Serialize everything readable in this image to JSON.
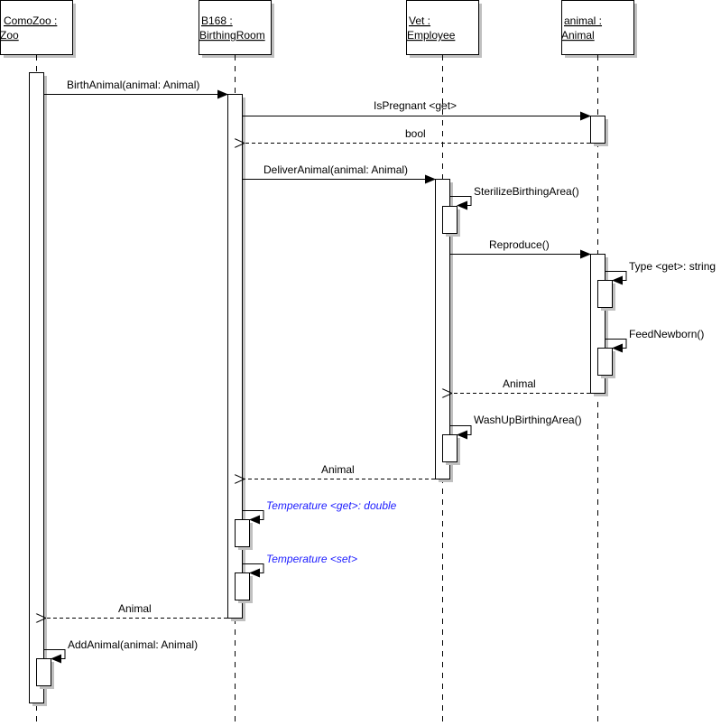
{
  "diagram": {
    "type": "uml-sequence",
    "lifelines": [
      {
        "id": "zoo",
        "line1": "ComoZoo :",
        "line2": "Zoo"
      },
      {
        "id": "room",
        "line1": "B168 :",
        "line2": "BirthingRoom"
      },
      {
        "id": "vet",
        "line1": "Vet :",
        "line2": "Employee"
      },
      {
        "id": "animal",
        "line1": "animal :",
        "line2": "Animal"
      }
    ],
    "messages": [
      {
        "from": "zoo",
        "to": "room",
        "kind": "call",
        "label": "BirthAnimal(animal: Animal)"
      },
      {
        "from": "room",
        "to": "animal",
        "kind": "call",
        "label": "IsPregnant <get>"
      },
      {
        "from": "animal",
        "to": "room",
        "kind": "return",
        "label": "bool"
      },
      {
        "from": "room",
        "to": "vet",
        "kind": "call",
        "label": "DeliverAnimal(animal: Animal)"
      },
      {
        "from": "vet",
        "to": "vet",
        "kind": "self",
        "label": "SterilizeBirthingArea()"
      },
      {
        "from": "vet",
        "to": "animal",
        "kind": "call",
        "label": "Reproduce()"
      },
      {
        "from": "animal",
        "to": "animal",
        "kind": "self",
        "label": "Type <get>: string"
      },
      {
        "from": "animal",
        "to": "animal",
        "kind": "self",
        "label": "FeedNewborn()"
      },
      {
        "from": "animal",
        "to": "vet",
        "kind": "return",
        "label": "Animal"
      },
      {
        "from": "vet",
        "to": "vet",
        "kind": "self",
        "label": "WashUpBirthingArea()"
      },
      {
        "from": "vet",
        "to": "room",
        "kind": "return",
        "label": "Animal"
      },
      {
        "from": "room",
        "to": "room",
        "kind": "self",
        "label": "Temperature <get>: double",
        "style": "highlight"
      },
      {
        "from": "room",
        "to": "room",
        "kind": "self",
        "label": "Temperature <set>",
        "style": "highlight"
      },
      {
        "from": "room",
        "to": "zoo",
        "kind": "return",
        "label": "Animal"
      },
      {
        "from": "zoo",
        "to": "zoo",
        "kind": "self",
        "label": "AddAnimal(animal: Animal)"
      }
    ],
    "colors": {
      "line": "#000000",
      "shadow": "#c0c0c0",
      "highlight_text": "#1a1aff",
      "background": "#ffffff"
    }
  }
}
